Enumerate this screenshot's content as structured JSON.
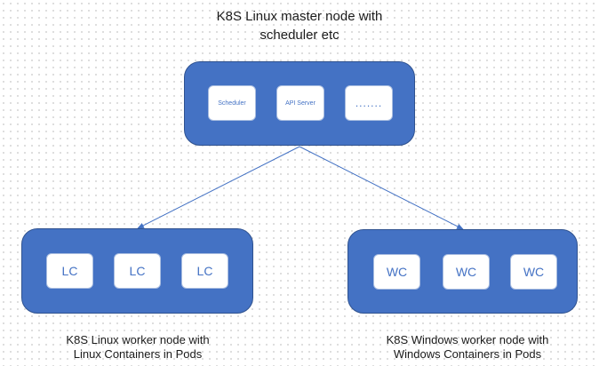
{
  "master": {
    "title_line1": "K8S Linux master node with",
    "title_line2": "scheduler etc",
    "components": [
      "Scheduler",
      "API Server",
      "......."
    ]
  },
  "linux_worker": {
    "containers": [
      "LC",
      "LC",
      "LC"
    ],
    "caption_line1": "K8S Linux worker node with",
    "caption_line2": "Linux Containers in Pods"
  },
  "windows_worker": {
    "containers": [
      "WC",
      "WC",
      "WC"
    ],
    "caption_line1": "K8S Windows worker node with",
    "caption_line2": "Windows Containers in Pods"
  },
  "colors": {
    "node_fill": "#4472c4",
    "node_border": "#2f528f",
    "connector": "#4472c4",
    "box_text": "#4472c4"
  }
}
